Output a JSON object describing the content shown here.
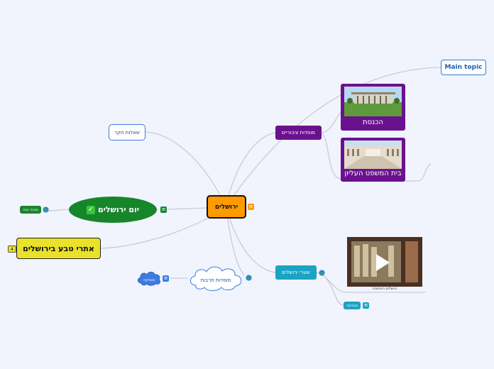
{
  "central": {
    "label": "ירושלים"
  },
  "nodes": {
    "main_topic": "Main topic",
    "questions": "שאלות חקר",
    "institutions": "מוסדות ציבוריים",
    "knesset": "הכנסת",
    "supreme_court": "בית המשפט העליון",
    "gates": "שערי ירושלים",
    "video_caption": "ירושלים הפתוחה",
    "culture": "מוסדות תרבות",
    "day": "יום ירושלים",
    "nature": "אתרי טבע בירושלים",
    "nature_count": "4",
    "tag_green": "מבנה נבה",
    "tag_blue": "מוסיקה",
    "cloud_small": "מוסיקה"
  },
  "colors": {
    "central": "#ff9a00",
    "institutions": "#6a118f",
    "gates": "#1aa3c2",
    "day": "#17862b",
    "nature": "#e9e12a",
    "culture_cloud": "#3d7be0",
    "link": "#c9ccd6"
  }
}
